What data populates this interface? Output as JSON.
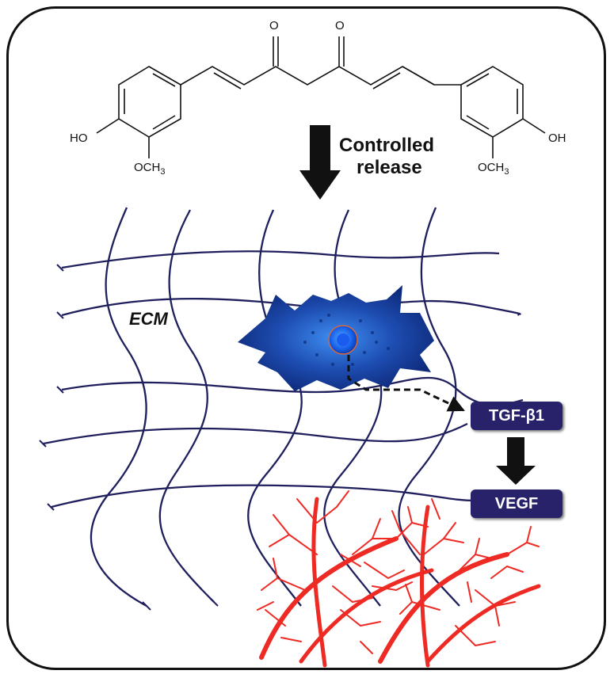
{
  "molecule": {
    "carbonyl_left": "O",
    "carbonyl_right": "O",
    "hydroxyl_left": "HO",
    "hydroxyl_right": "OH",
    "methoxy_left": {
      "main": "OCH",
      "sub": "3"
    },
    "methoxy_right": {
      "main": "OCH",
      "sub": "3"
    }
  },
  "release_label": [
    "Controlled",
    "release"
  ],
  "ecm_label": "ECM",
  "boxes": {
    "tgf": "TGF-β1",
    "vegf": "VEGF"
  },
  "colors": {
    "fiber": "#1f1f5e",
    "box": "#27226a",
    "vessel": "#ee2a24",
    "cell": "#1e4fb3",
    "nucleus": "#1565e6"
  }
}
